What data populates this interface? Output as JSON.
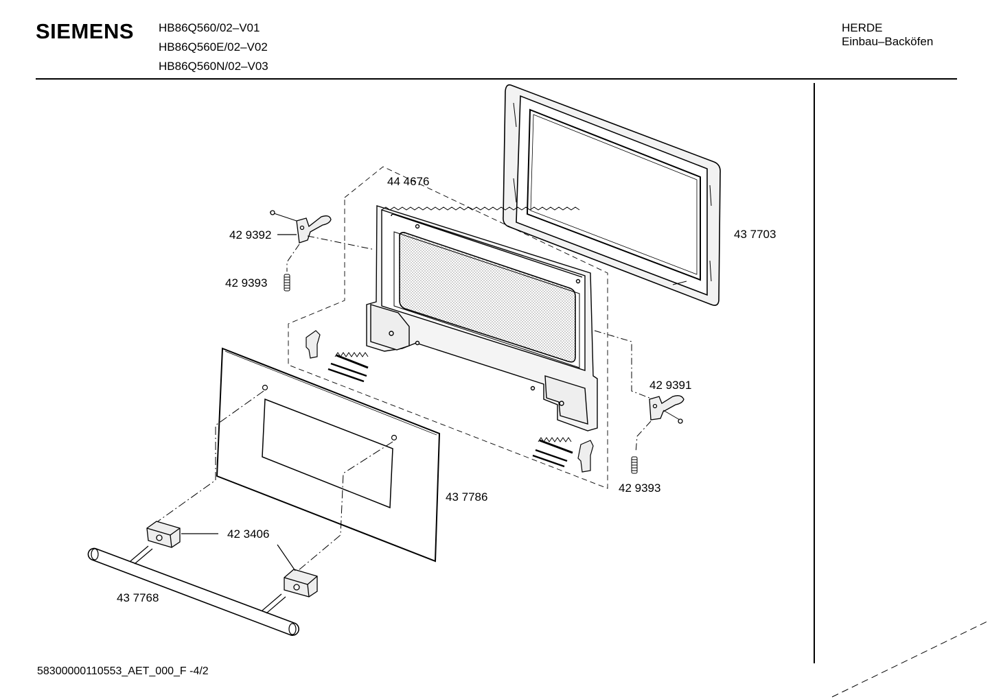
{
  "header": {
    "brand": "SIEMENS",
    "models": [
      "HB86Q560/02–V01",
      "HB86Q560E/02–V02",
      "HB86Q560N/02–V03"
    ],
    "category_line1": "HERDE",
    "category_line2": "Einbau–Backöfen"
  },
  "parts": {
    "door_frame": "43 7703",
    "inner_door_assembly": "44 4676",
    "hinge_left": "42 9392",
    "spring_left": "42 9393",
    "hinge_right": "42 9391",
    "spring_right": "42 9393",
    "outer_glass": "43 7786",
    "handle_mount": "42 3406",
    "handle": "43 7768"
  },
  "footer": {
    "doc_code": "58300000110553_AET_000_F -4/2"
  }
}
